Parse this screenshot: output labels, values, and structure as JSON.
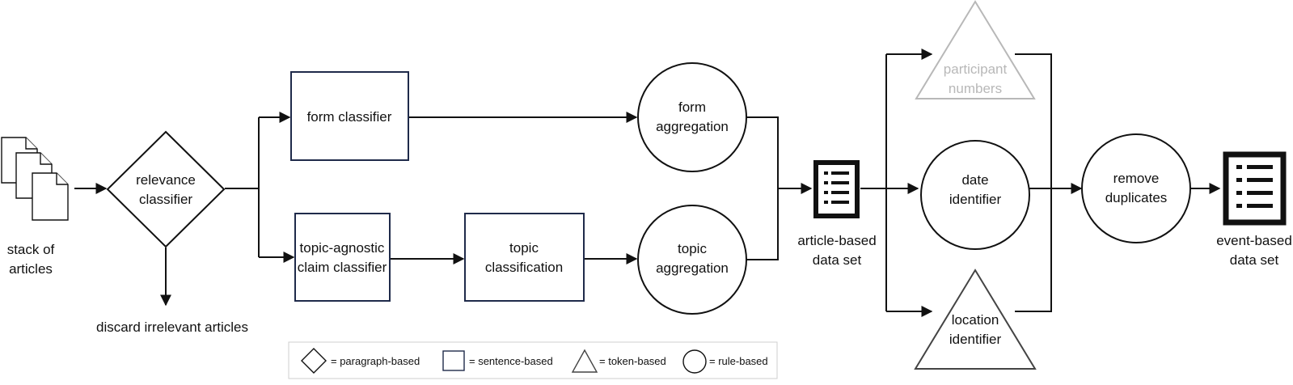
{
  "colors": {
    "line": "#111111",
    "box_border": "#1f2a4a",
    "faded": "#b8b8b8",
    "triangle": "#444444",
    "legend_border": "#cfcfcf"
  },
  "nodes": {
    "stack": {
      "line1": "stack of",
      "line2": "articles",
      "icon": "document-stack-icon"
    },
    "relevance": {
      "line1": "relevance",
      "line2": "classifier"
    },
    "discard": {
      "label": "discard irrelevant articles"
    },
    "form_classifier": {
      "label": "form classifier"
    },
    "topic_agnostic": {
      "line1": "topic-agnostic",
      "line2": "claim classifier"
    },
    "topic_classification": {
      "line1": "topic",
      "line2": "classification"
    },
    "form_aggregation": {
      "line1": "form",
      "line2": "aggregation"
    },
    "topic_aggregation": {
      "line1": "topic",
      "line2": "aggregation"
    },
    "article_data": {
      "line1": "article-based",
      "line2": "data set",
      "icon": "list-document-icon"
    },
    "participant": {
      "line1": "participant",
      "line2": "numbers"
    },
    "date": {
      "line1": "date",
      "line2": "identifier"
    },
    "location": {
      "line1": "location",
      "line2": "identifier"
    },
    "remove": {
      "line1": "remove",
      "line2": "duplicates"
    },
    "event_data": {
      "line1": "event-based",
      "line2": "data set",
      "icon": "list-document-icon"
    }
  },
  "legend": {
    "paragraph": "= paragraph-based",
    "sentence": "= sentence-based",
    "token": "= token-based",
    "rule": "= rule-based"
  }
}
